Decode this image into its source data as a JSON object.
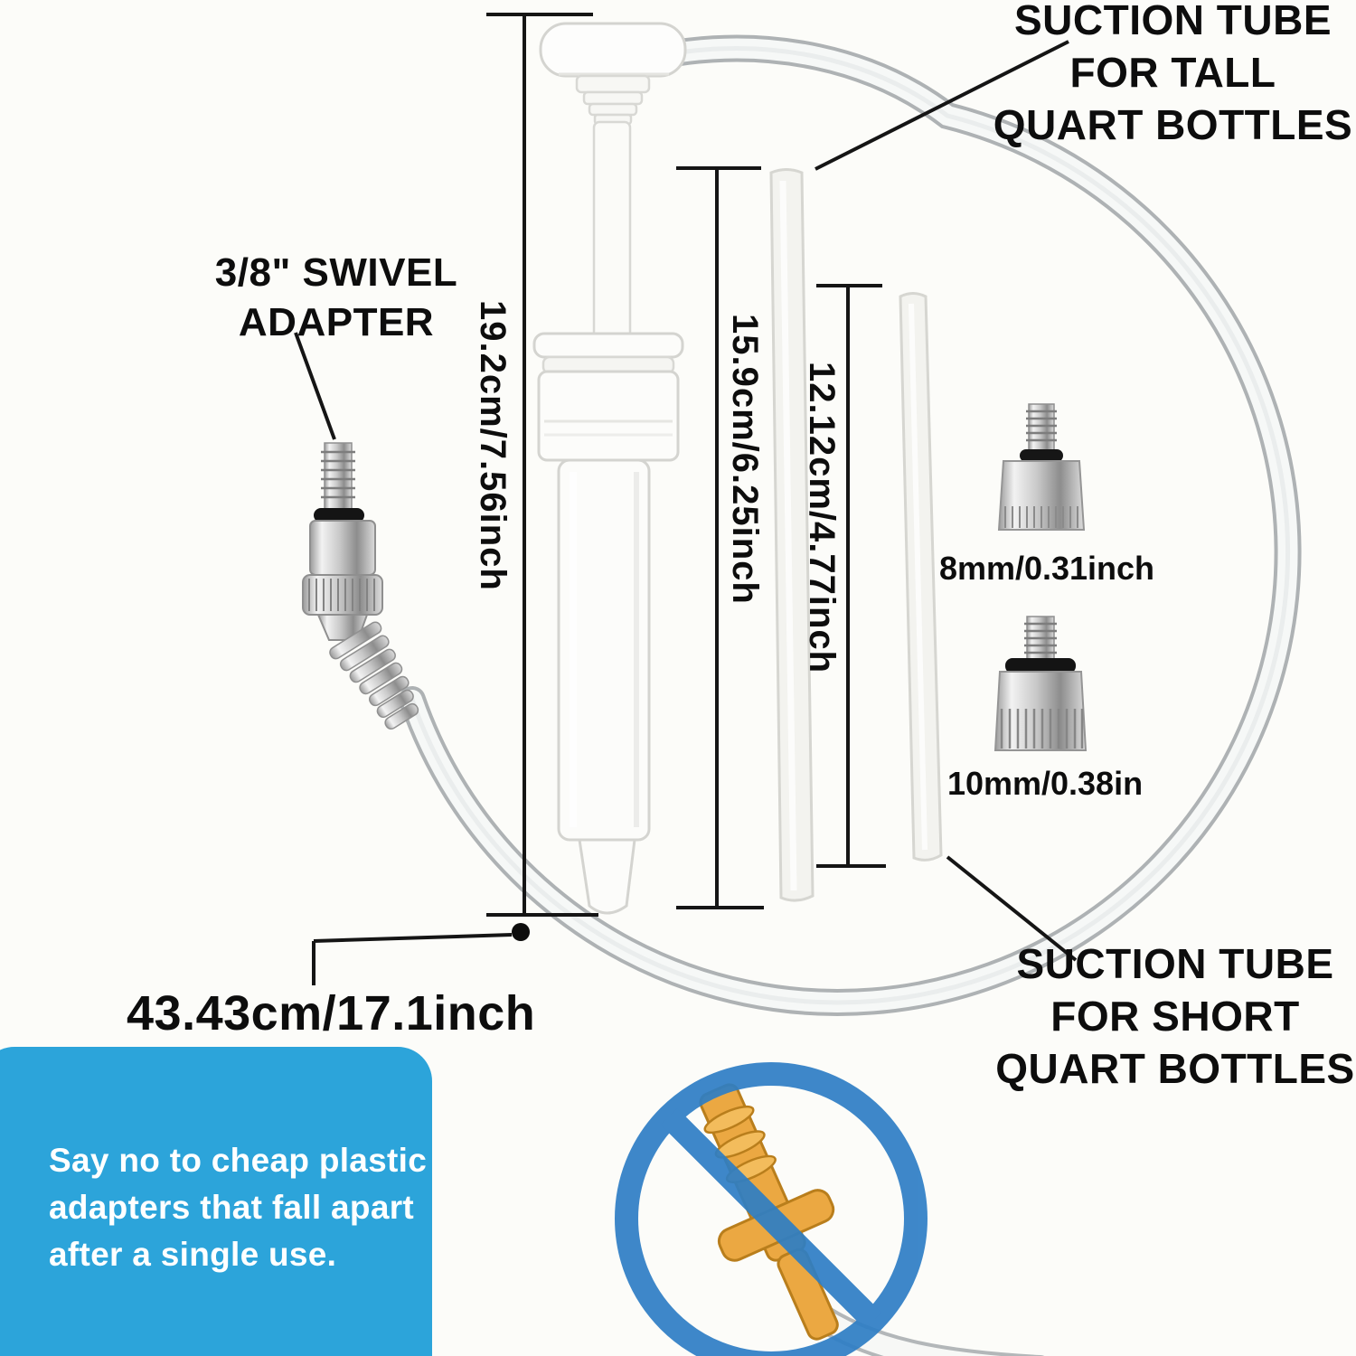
{
  "page": {
    "background": "#fcfcf9"
  },
  "colors": {
    "accent_blue": "#2ca4da",
    "prohibition_blue": "#2e7ec5",
    "ink": "#111111",
    "chrome": "#c0c0c0",
    "banned_adapter_orange": "#eba842"
  },
  "labels": {
    "tall_tube": "SUCTION TUBE\nFOR TALL\nQUART BOTTLES",
    "swivel_adapter": "3/8\" SWIVEL\nADAPTER",
    "short_tube": "SUCTION TUBE\nFOR SHORT\nQUART BOTTLES",
    "adapter_small": "8mm/0.31inch",
    "adapter_large": "10mm/0.38in"
  },
  "dimensions": {
    "pump_length": "19.2cm/7.56inch",
    "tall_tube_length": "15.9cm/6.25inch",
    "short_tube_length": "12.12cm/4.77inch",
    "hose_length": "43.43cm/17.1inch"
  },
  "callout": {
    "message": "Say no to cheap plastic\nadapters that fall apart\nafter a single use."
  },
  "icons": {
    "prohibition": "no-symbol-icon"
  }
}
